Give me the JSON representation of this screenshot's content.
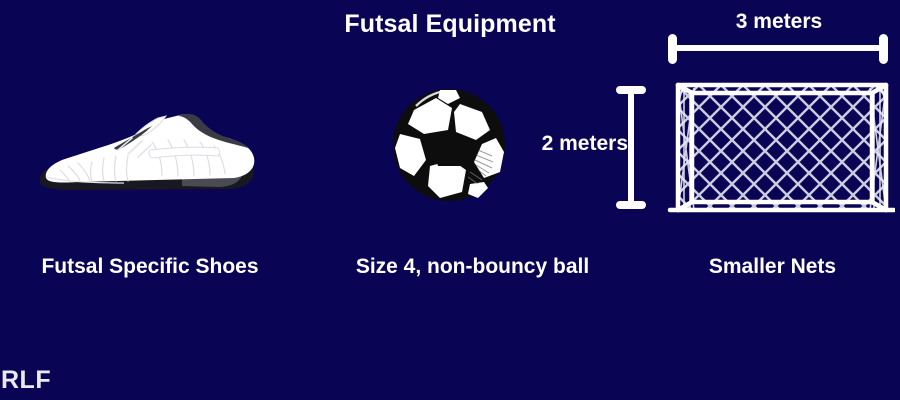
{
  "page": {
    "background_color": "#0a0454",
    "text_color": "#ffffff",
    "title": "Futsal Equipment",
    "watermark": "RLF"
  },
  "items": [
    {
      "id": "shoes",
      "caption": "Futsal Specific Shoes",
      "icon": "futsal-shoe-icon",
      "colors": {
        "upper": "#ffffff",
        "sole": "#1a1a1a",
        "accent": "#3b3b46"
      }
    },
    {
      "id": "ball",
      "caption": "Size 4, non-bouncy ball",
      "icon": "soccer-ball-icon",
      "colors": {
        "panel_light": "#ffffff",
        "panel_dark": "#111111"
      }
    },
    {
      "id": "nets",
      "caption": "Smaller Nets",
      "icon": "goal-net-icon",
      "colors": {
        "frame": "#ffffff",
        "mesh": "#cfd0e4"
      }
    }
  ],
  "dimensions": {
    "width": {
      "label": "3 meters",
      "value": 3,
      "unit": "meters",
      "orientation": "horizontal"
    },
    "height": {
      "label": "2 meters",
      "value": 2,
      "unit": "meters",
      "orientation": "vertical"
    }
  }
}
